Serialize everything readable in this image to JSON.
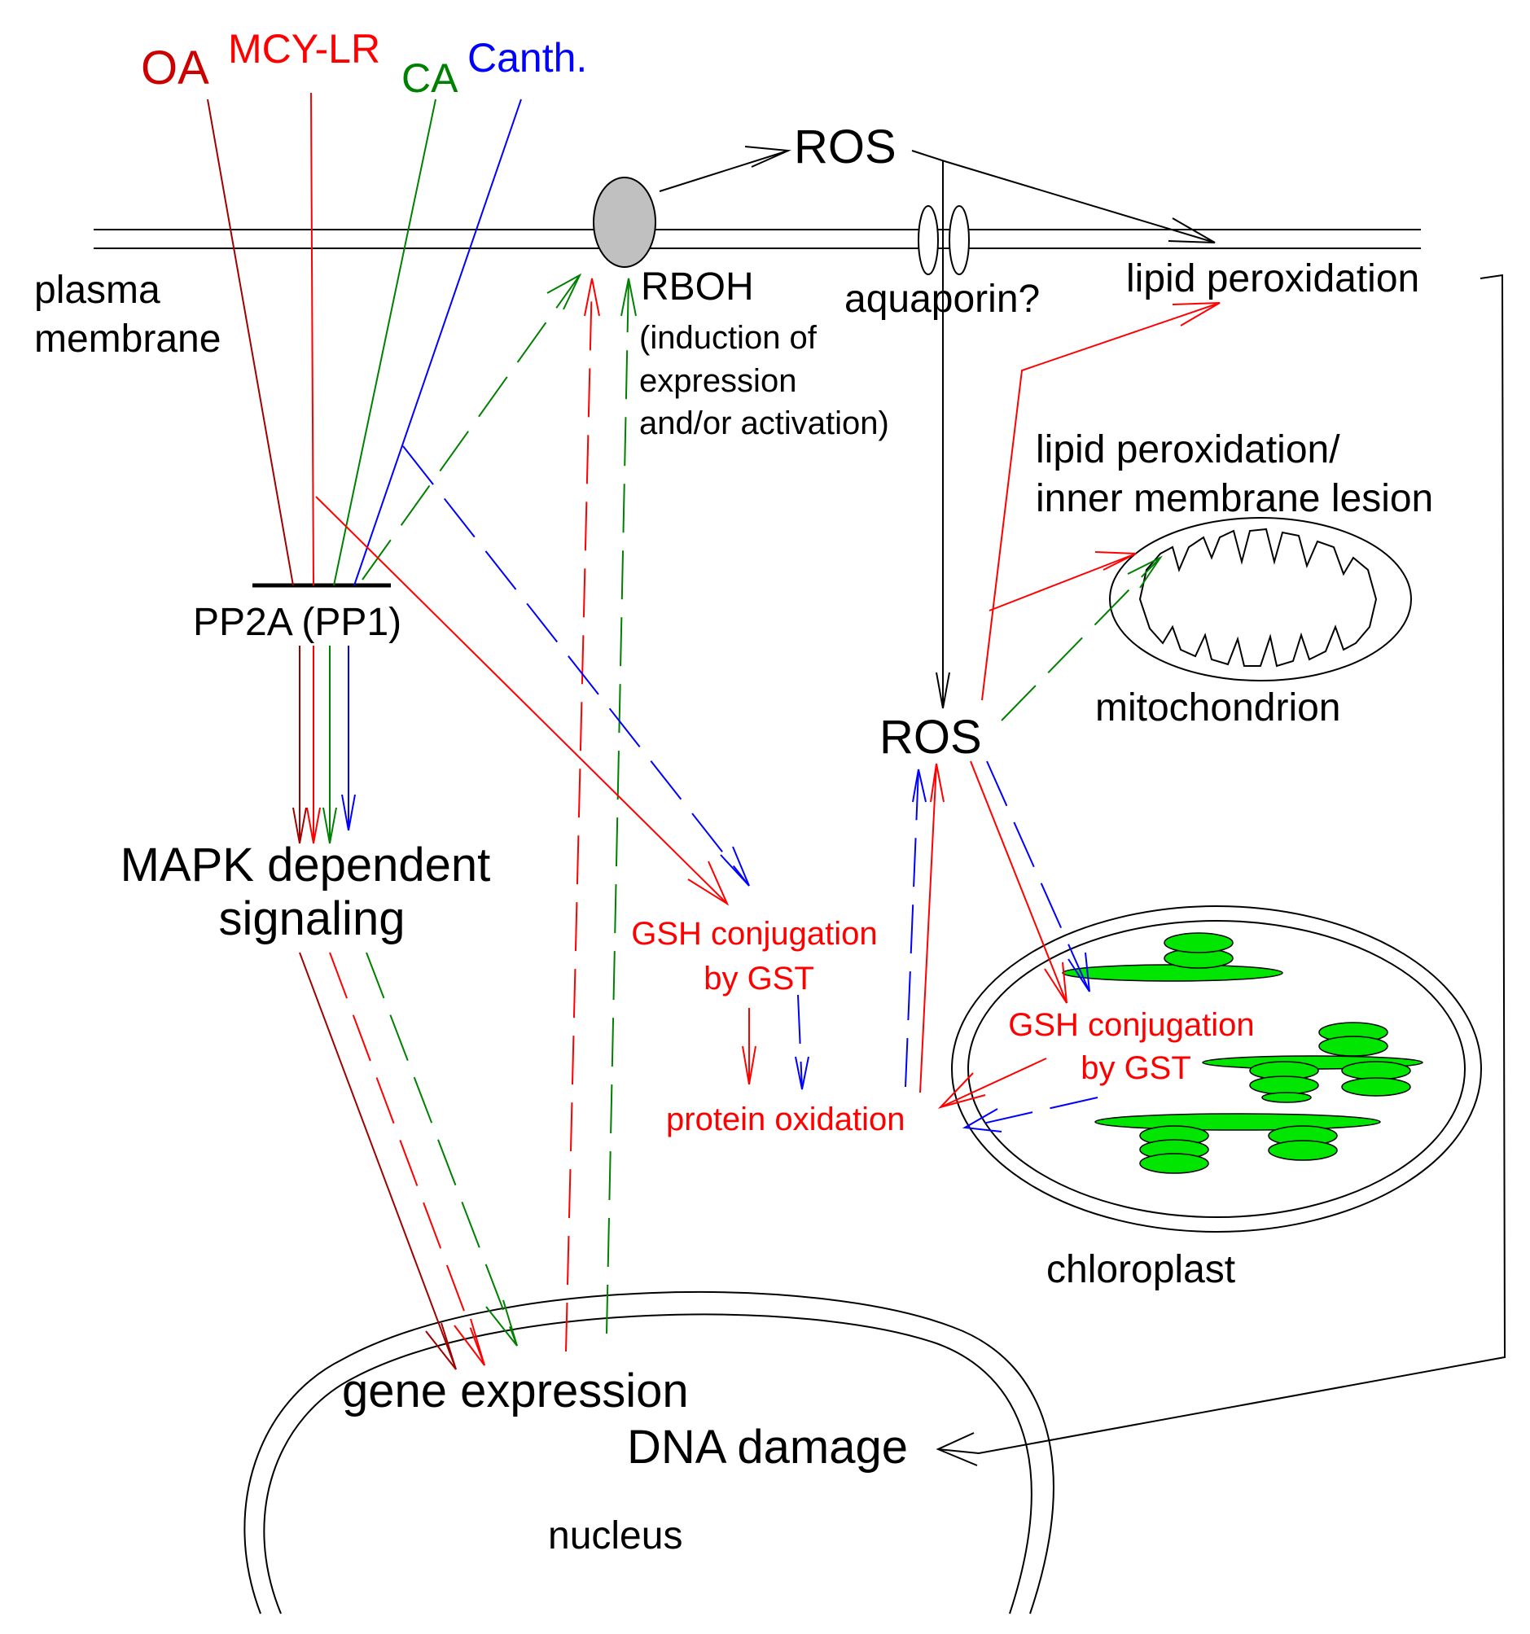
{
  "colors": {
    "oa": "#a00000",
    "mcy": "#ff0000",
    "ca": "#008000",
    "canth": "#0000ff",
    "black": "#000000",
    "organelle_fill": "#c0c0c0",
    "thylakoid": "#00e600"
  },
  "inhibitors": {
    "oa": "OA",
    "mcy": "MCY-LR",
    "ca": "CA",
    "canth": "Canth."
  },
  "labels": {
    "plasma_membrane": [
      "plasma",
      "membrane"
    ],
    "ros_top": "ROS",
    "rboh": "RBOH",
    "rboh_note": [
      "(induction of",
      "expression",
      "and/or activation)"
    ],
    "aquaporin": "aquaporin?",
    "lipid_peroxidation": "lipid peroxidation",
    "mito_damage": [
      "lipid peroxidation/",
      "inner membrane lesion"
    ],
    "mitochondrion": "mitochondrion",
    "pp2a": "PP2A (PP1)",
    "mapk": [
      "MAPK dependent",
      "signaling"
    ],
    "ros_mid": "ROS",
    "gsh_cyto": [
      "GSH conjugation",
      "by GST"
    ],
    "protein_oxidation": "protein oxidation",
    "gsh_chloro": [
      "GSH conjugation",
      "by GST"
    ],
    "chloroplast": "chloroplast",
    "gene_expression": "gene expression",
    "dna_damage": "DNA damage",
    "nucleus": "nucleus"
  }
}
